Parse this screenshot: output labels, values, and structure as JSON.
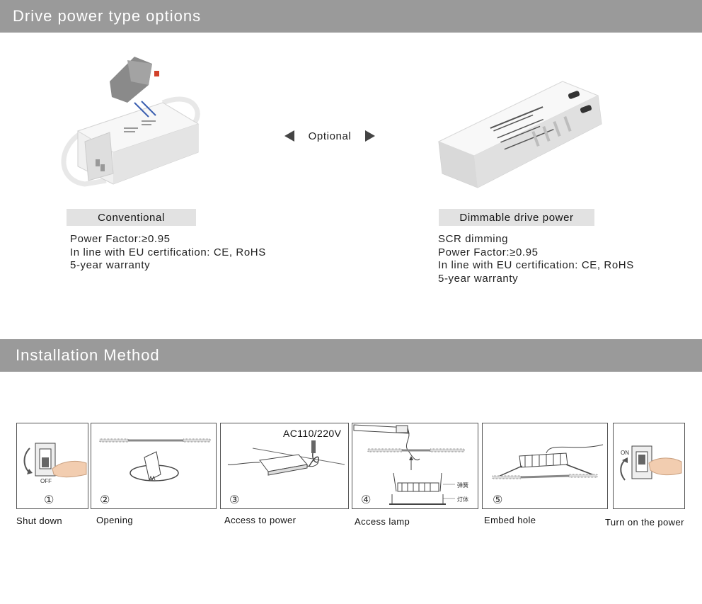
{
  "section1": {
    "title": "Drive power type options",
    "optional_label": "Optional",
    "conventional": {
      "label": "Conventional",
      "specs": [
        "Power Factor:≥0.95",
        "In line with EU certification: CE, RoHS",
        "5-year warranty"
      ]
    },
    "dimmable": {
      "label": "Dimmable drive power",
      "specs": [
        "SCR dimming",
        "Power Factor:≥0.95",
        "In line with EU certification: CE, RoHS",
        "5-year warranty"
      ]
    }
  },
  "section2": {
    "title": "Installation Method",
    "steps": [
      {
        "number": "①",
        "caption": "Shut down",
        "switch_text": "OFF"
      },
      {
        "number": "②",
        "caption": "Opening"
      },
      {
        "number": "③",
        "caption": "Access to power",
        "voltage": "AC110/220V"
      },
      {
        "number": "④",
        "caption": "Access lamp",
        "note_spring": "弹簧",
        "note_body": "灯体"
      },
      {
        "number": "⑤",
        "caption": "Embed hole"
      },
      {
        "caption": "Turn on the power",
        "switch_text": "ON"
      }
    ]
  }
}
